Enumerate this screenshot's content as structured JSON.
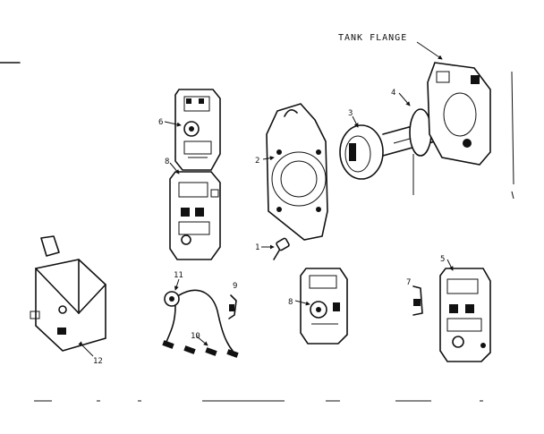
{
  "diagram": {
    "caption": "TANK FLANGE",
    "callouts": [
      "1",
      "2",
      "3",
      "4",
      "5",
      "6",
      "7",
      "8",
      "9",
      "10",
      "11",
      "12"
    ]
  }
}
